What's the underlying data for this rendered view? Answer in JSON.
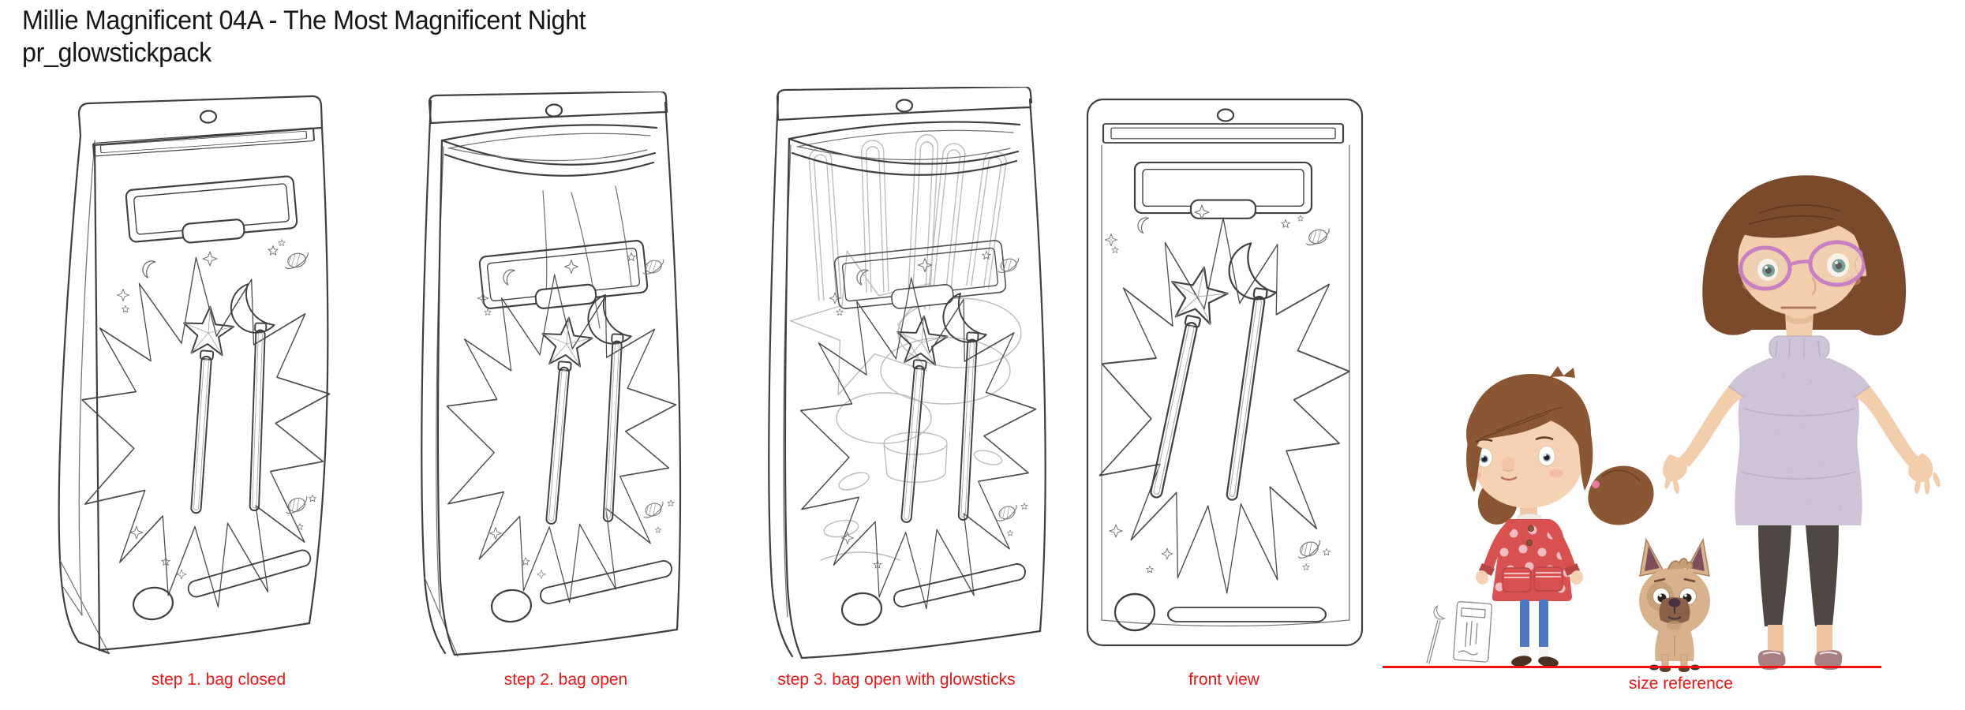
{
  "header": {
    "title_line1": "Millie Magnificent 04A - The Most Magnificent Night",
    "title_line2": "pr_glowstickpack"
  },
  "steps": [
    {
      "label": "step 1. bag closed"
    },
    {
      "label": "step 2. bag open"
    },
    {
      "label": "step 3. bag open with glowsticks"
    },
    {
      "label": "front view"
    }
  ],
  "size_reference": {
    "label": "size reference"
  },
  "colors": {
    "caption": "#ee1515",
    "ground_line": "#f10f0f",
    "line_art": "#3f3f3f",
    "background": "#ffffff"
  }
}
